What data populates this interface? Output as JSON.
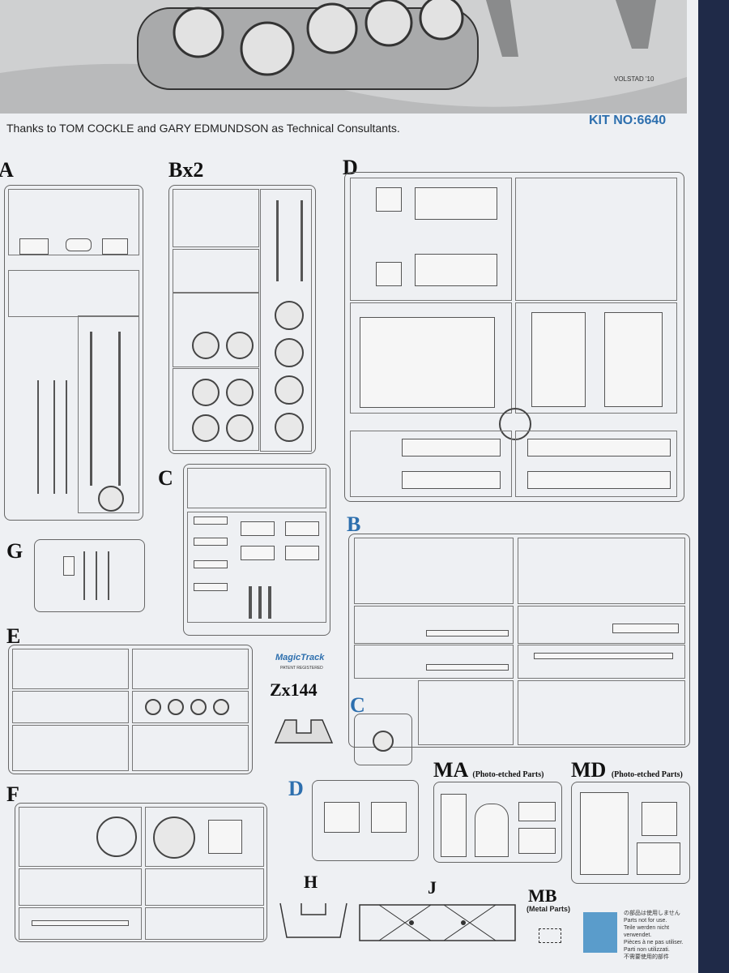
{
  "header": {
    "thanks": "Thanks to TOM COCKLE and GARY EDMUNDSON as Technical Consultants.",
    "kit_no": "KIT NO:6640",
    "artist_signature": "VOLSTAD '10"
  },
  "sprue_labels": {
    "a": "A",
    "bx2": "Bx2",
    "d": "D",
    "c": "C",
    "g": "G",
    "b": "B",
    "e": "E",
    "c_blue": "C",
    "f": "F",
    "d_blue": "D",
    "ma": "MA",
    "md": "MD",
    "h": "H",
    "j": "J",
    "mb": "MB"
  },
  "sprue_notes": {
    "ma": "(Photo-etched Parts)",
    "md": "(Photo-etched Parts)",
    "mb": "(Metal Parts)"
  },
  "magic_track": {
    "brand": "MagicTrack",
    "patent": "PATENT REGISTERED",
    "code": "Zx144"
  },
  "not_for_use": [
    "の部品は使用しません",
    "Parts not for use.",
    "Teile werden nicht verwendet.",
    "Pièces à ne pas utiliser.",
    "Parti non utilizzati.",
    "不需要使用的部件"
  ],
  "colors": {
    "accent_blue": "#2d6fae",
    "unused_marker": "#5a9ccb"
  }
}
